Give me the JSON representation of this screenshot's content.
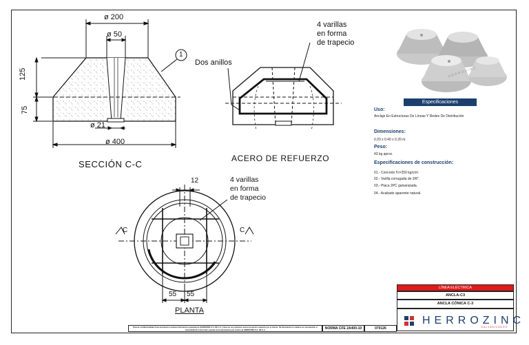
{
  "section": {
    "title": "SECCIÓN C-C",
    "dim_top": "ø 200",
    "dim_hole": "ø 50",
    "dim_bottom_hole": "ø 21",
    "dim_base": "ø 400",
    "dim_upper_height": "125",
    "dim_lower_height": "75",
    "callout_number": "1"
  },
  "reinforcement": {
    "title": "ACERO DE REFUERZO",
    "note_rings": "Dos anillos",
    "note_bars_line1": "4 varillas",
    "note_bars_line2": "en forma",
    "note_bars_line3": "de trapecio"
  },
  "plan": {
    "title": "PLANTA",
    "dim_12": "12",
    "dim_55a": "55",
    "dim_55b": "55",
    "cut_left": "C",
    "cut_right": "C",
    "note_line1": "4 varillas",
    "note_line2": "en forma",
    "note_line3": "de trapecio"
  },
  "specs": {
    "header": "Especificaciones",
    "uso_label": "Uso:",
    "uso_text": "Anclaje En Estructuras De Líneas Y Redes De Distribución",
    "dim_label": "Dimensiones:",
    "dim_text": "0.20 x 0.40 x 0.20 m.",
    "peso_label": "Peso:",
    "peso_text": "43 kg aprox.",
    "constr_label": "Especificaciones de construcción:",
    "items": [
      "01.- Concreto f'c=250 kg/cm².",
      "02.- Varilla corrugada de 3/8\".",
      "03.- Placa 2PC galvanizada.",
      "04.- Acabado aparente natural."
    ]
  },
  "title_block": {
    "category": "LÍNEA ELÉCTRICA",
    "code": "ANCLA-C3",
    "name": "ANCLA CÓNICA C-3",
    "brand": "HERROZINC",
    "brand_sub": "GALVANIZADOS",
    "norm": "NORMA CFE 2A400-10",
    "number": "070126",
    "confidential": "Nota de confidencialidad: Este documento contiene información propiedad de HERROZINC S.A. DE C.V. y tiene un uso exclusivo para el propósito requerido por el cliente. Tal información no deberá ser reproducida, ni transmitida de forma total o parcial sin la autorización por escrito de HERROZINC S.A. DE C.V."
  },
  "photo": {
    "product_label": "HERROZINC"
  }
}
